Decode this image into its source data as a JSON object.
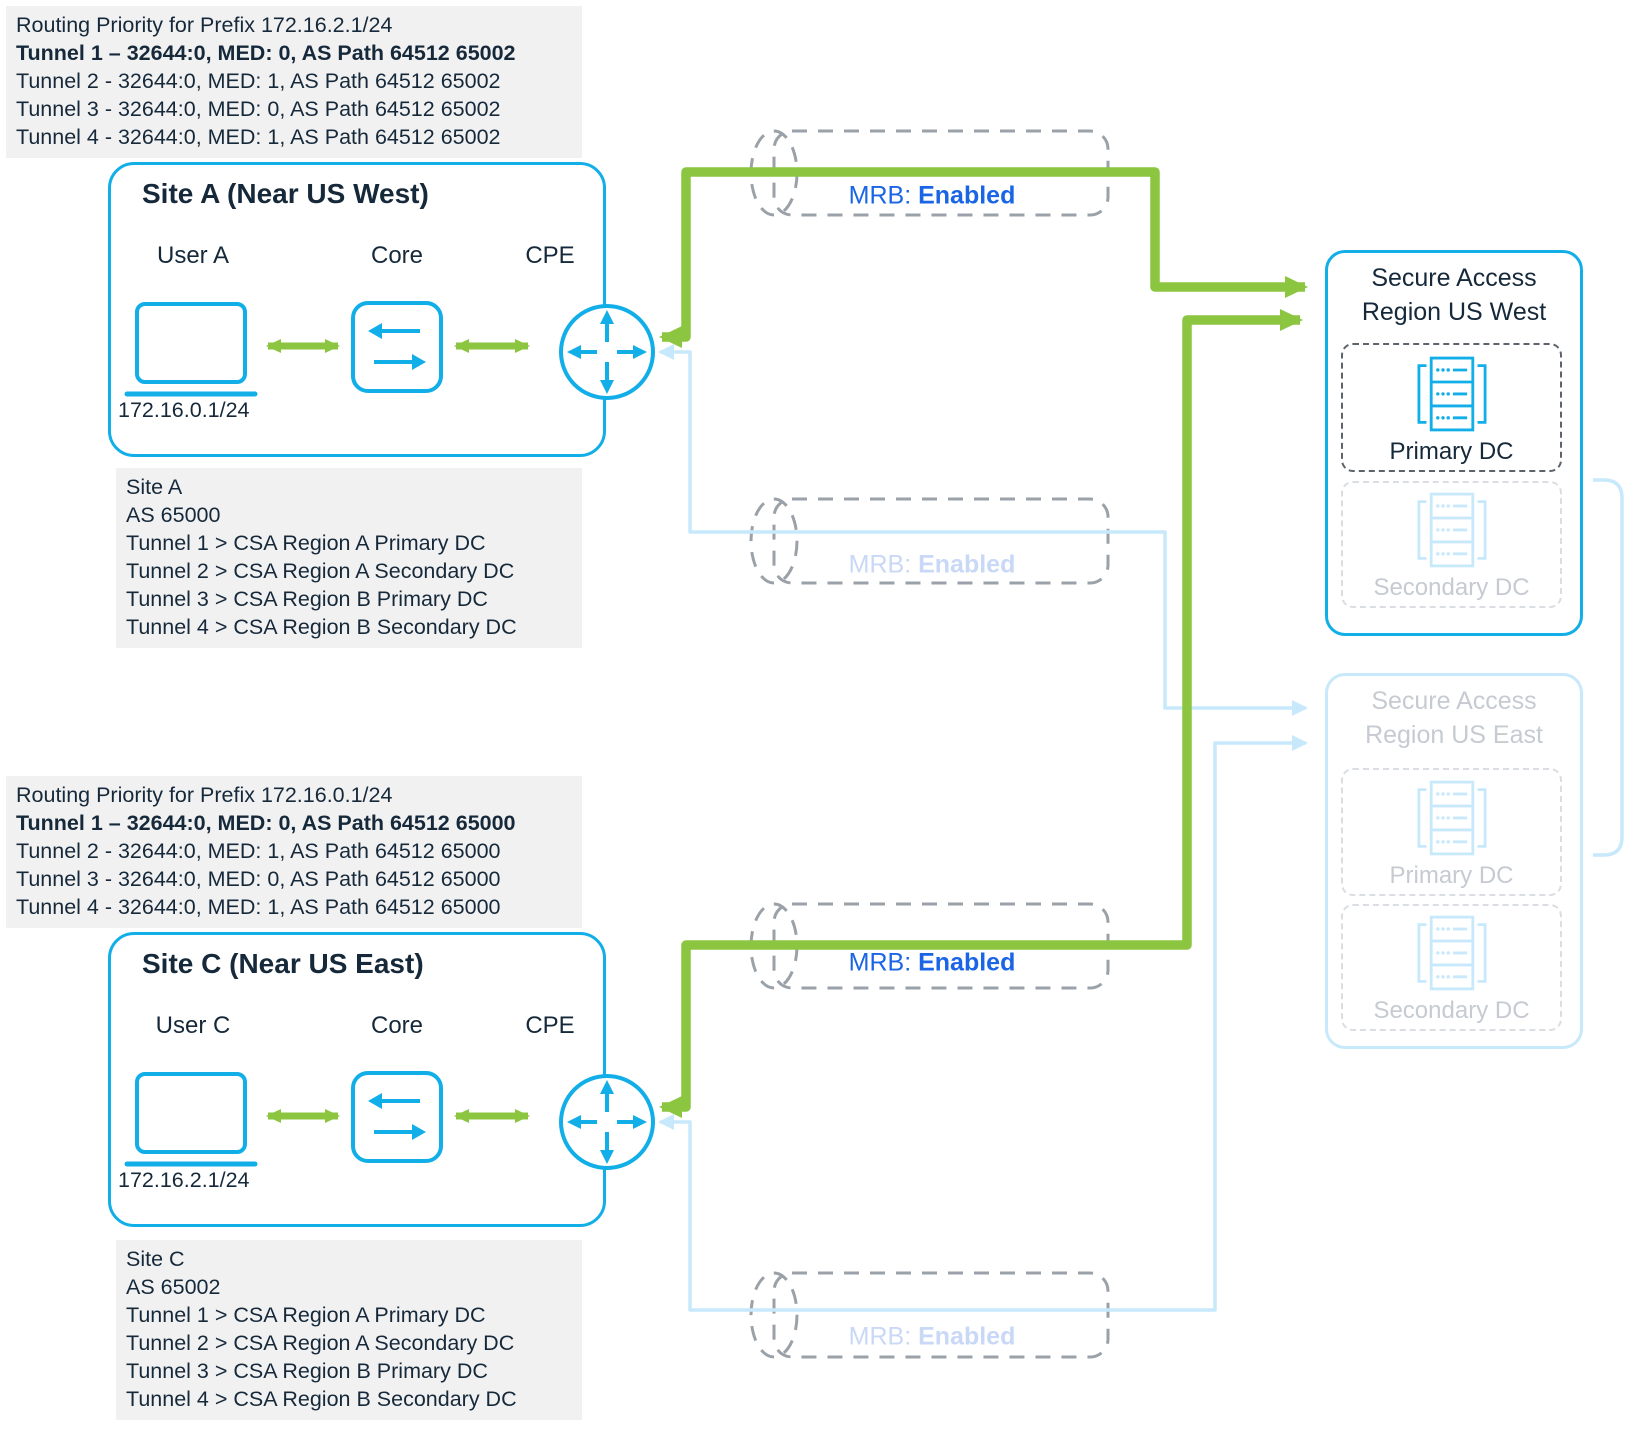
{
  "routing_a": {
    "title": "Routing Priority for Prefix 172.16.2.1/24",
    "tunnels": [
      "Tunnel 1 – 32644:0, MED: 0, AS Path 64512 65002",
      "Tunnel 2 - 32644:0, MED: 1, AS Path 64512 65002",
      "Tunnel 3 - 32644:0, MED: 0, AS Path 64512 65002",
      "Tunnel 4 - 32644:0, MED: 1, AS Path 64512 65002"
    ]
  },
  "routing_c": {
    "title": "Routing Priority for Prefix 172.16.0.1/24",
    "tunnels": [
      "Tunnel 1 – 32644:0, MED: 0, AS Path 64512 65000",
      "Tunnel 2 - 32644:0, MED: 1, AS Path 64512 65000",
      "Tunnel 3 - 32644:0, MED: 0, AS Path 64512 65000",
      "Tunnel 4 - 32644:0, MED: 1, AS Path 64512 65000"
    ]
  },
  "site_a": {
    "title": "Site A (Near US West)",
    "user_label": "User A",
    "core_label": "Core",
    "cpe_label": "CPE",
    "prefix": "172.16.0.1/24",
    "details": [
      "Site A",
      "AS 65000",
      "Tunnel 1 > CSA Region A Primary DC",
      "Tunnel 2 > CSA Region A Secondary DC",
      "Tunnel 3 > CSA Region B Primary DC",
      "Tunnel 4 > CSA Region B Secondary DC"
    ]
  },
  "site_c": {
    "title": "Site C (Near US East)",
    "user_label": "User C",
    "core_label": "Core",
    "cpe_label": "CPE",
    "prefix": "172.16.2.1/24",
    "details": [
      "Site C",
      "AS 65002",
      "Tunnel 1 > CSA Region A Primary DC",
      "Tunnel 2 > CSA Region A Secondary DC",
      "Tunnel 3 > CSA Region B Primary DC",
      "Tunnel 4 > CSA Region B Secondary DC"
    ]
  },
  "tunnels": [
    {
      "label_prefix": "MRB:",
      "label_value": "Enabled",
      "state": "active"
    },
    {
      "label_prefix": "MRB:",
      "label_value": "Enabled",
      "state": "faded"
    },
    {
      "label_prefix": "MRB:",
      "label_value": "Enabled",
      "state": "active"
    },
    {
      "label_prefix": "MRB:",
      "label_value": "Enabled",
      "state": "faded"
    }
  ],
  "region_west": {
    "title_line1": "Secure Access",
    "title_line2": "Region US West",
    "primary_label": "Primary DC",
    "secondary_label": "Secondary DC"
  },
  "region_east": {
    "title_line1": "Secure Access",
    "title_line2": "Region US East",
    "primary_label": "Primary DC",
    "secondary_label": "Secondary DC"
  },
  "colors": {
    "cyan": "#12AEE8",
    "faded_cyan": "#C7E9FB",
    "green": "#8CC540",
    "navy": "#16293A",
    "mrb_blue": "#1A64E6",
    "faded_blue_text": "#C8D8F6",
    "faded_gray_text": "#C6CBD2",
    "tunnel_dash_gray": "#9AA1A8",
    "block_bg": "#F1F1F2"
  }
}
